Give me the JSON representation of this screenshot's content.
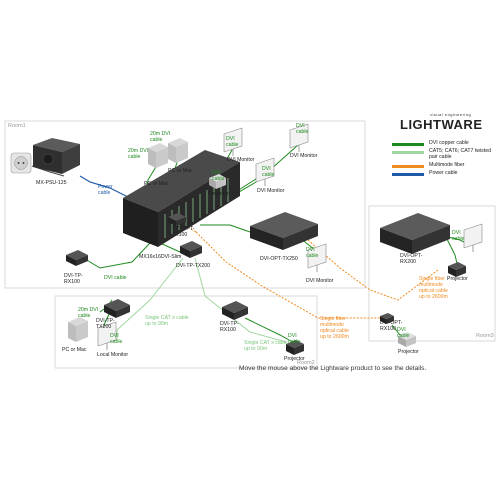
{
  "brand": {
    "tagline": "visual engineering",
    "name": "LIGHTWARE"
  },
  "legend": [
    {
      "label": "DVI copper cable",
      "color": "#1e8a1e"
    },
    {
      "label": "CAT5; CAT6; CAT7 twisted pair cable",
      "color": "#9fd69f"
    },
    {
      "label": "Multimode fiber",
      "color": "#f08a1e"
    },
    {
      "label": "Power cable",
      "color": "#1f5aa8"
    }
  ],
  "rooms": {
    "room1": "Room1",
    "room2": "Room2",
    "room3": "Room3"
  },
  "hint": "Move the mouse above the Lightware product to see the details.",
  "devices": {
    "psu": "MX-PSU-125",
    "matrix": "MX16x16DVI-Slim",
    "pc_top_a": "PC or Mac",
    "pc_top_b": "PC or Mac",
    "dvi_monitor_1": "DVI Monitor",
    "dvi_monitor_2": "DVI Monitor",
    "dvi_monitor_3": "DVI Monitor",
    "dvi_monitor_4": "DVI Monitor",
    "projector_1": "Projector",
    "opt_tx100": "DVI-OPT-TX100",
    "tp_tx200": "DVI-TP-TX200",
    "tp_rx100_left": "DVI-TP-RX100",
    "opt_tx250": "DVI-OPT-TX250",
    "opt_rx200": "DVI-OPT-RX200",
    "projector_room3": "Projector",
    "opt_rx100": "DVI-OPT-RX100",
    "projector_bottom": "Projector",
    "tp_tx200_room2": "DVI-TP-TX200",
    "pc_room2": "PC or Mac",
    "local_monitor": "Local Monitor",
    "tp_rx100_room2": "DVI-TP-RX100",
    "projector_room2": "Projector"
  },
  "cables": {
    "dvi_20m_a": "20m DVI cable",
    "dvi_20m_b": "20m DVI cable",
    "dvi_20m_c": "20m DVI cable",
    "power": "Power cable",
    "dvi_1": "DVI cable",
    "dvi_2": "DVI cable",
    "dvi_3": "DVI cable",
    "dvi_4": "DVI cable",
    "dvi_5": "DVI cable",
    "dvi_6": "DVI cable",
    "dvi_7": "DVI cable",
    "dvi_8": "DVI cable",
    "dvi_9": "DVI cable",
    "dvi_10": "DVI cable",
    "cat_left": "Single CAT x cable up to 90m",
    "cat_right": "Single CAT x cable up to 90m",
    "fiber_long": "Single fiber multimode optical cable up to 2600m",
    "fiber_room3": "Single fiber multimode optical cable up to 2600m"
  }
}
